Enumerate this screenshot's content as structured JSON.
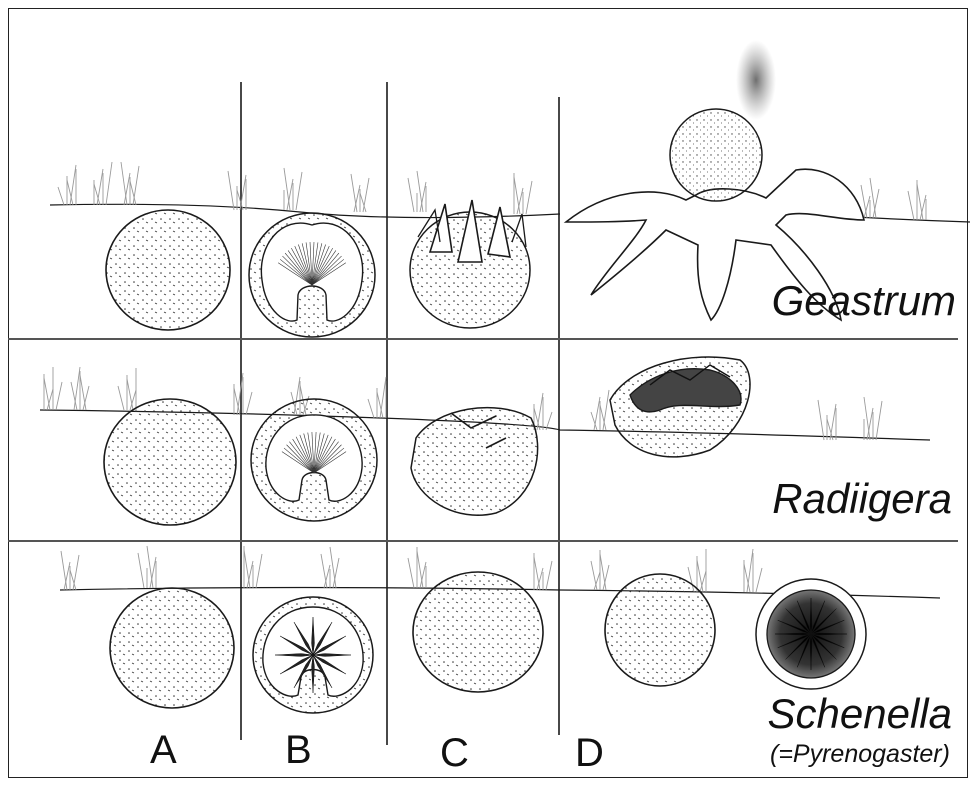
{
  "rows": [
    {
      "genus": "Geastrum"
    },
    {
      "genus": "Radiigera"
    },
    {
      "genus": "Schenella",
      "synonym": "(=Pyrenogaster)"
    }
  ],
  "columns": [
    "A",
    "B",
    "C",
    "D"
  ],
  "colors": {
    "ink": "#1a1a1a",
    "grass": "#9a9a9a",
    "spore_smoke": "#7a7a7a",
    "gleba_dark": "#2a2a2a"
  }
}
